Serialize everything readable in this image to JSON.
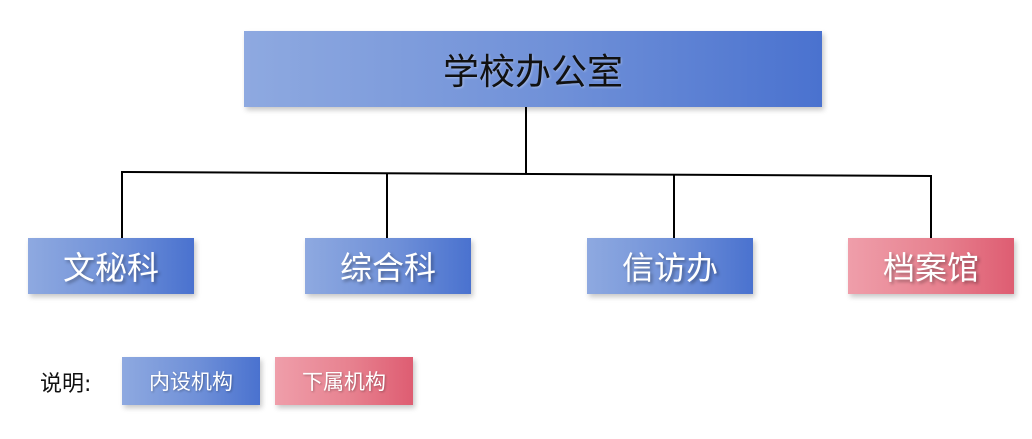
{
  "diagram": {
    "root": {
      "label": "学校办公室"
    },
    "children": [
      {
        "label": "文秘科",
        "kind": "internal"
      },
      {
        "label": "综合科",
        "kind": "internal"
      },
      {
        "label": "信访办",
        "kind": "internal"
      },
      {
        "label": "档案馆",
        "kind": "subordinate"
      }
    ],
    "legend": {
      "title": "说明:",
      "items": [
        {
          "label": "内设机构",
          "color": "#6f90d8"
        },
        {
          "label": "下属机构",
          "color": "#e7818f"
        }
      ]
    },
    "colors": {
      "internal": "#6f90d8",
      "subordinate": "#e7818f",
      "connector": "#000000"
    }
  }
}
